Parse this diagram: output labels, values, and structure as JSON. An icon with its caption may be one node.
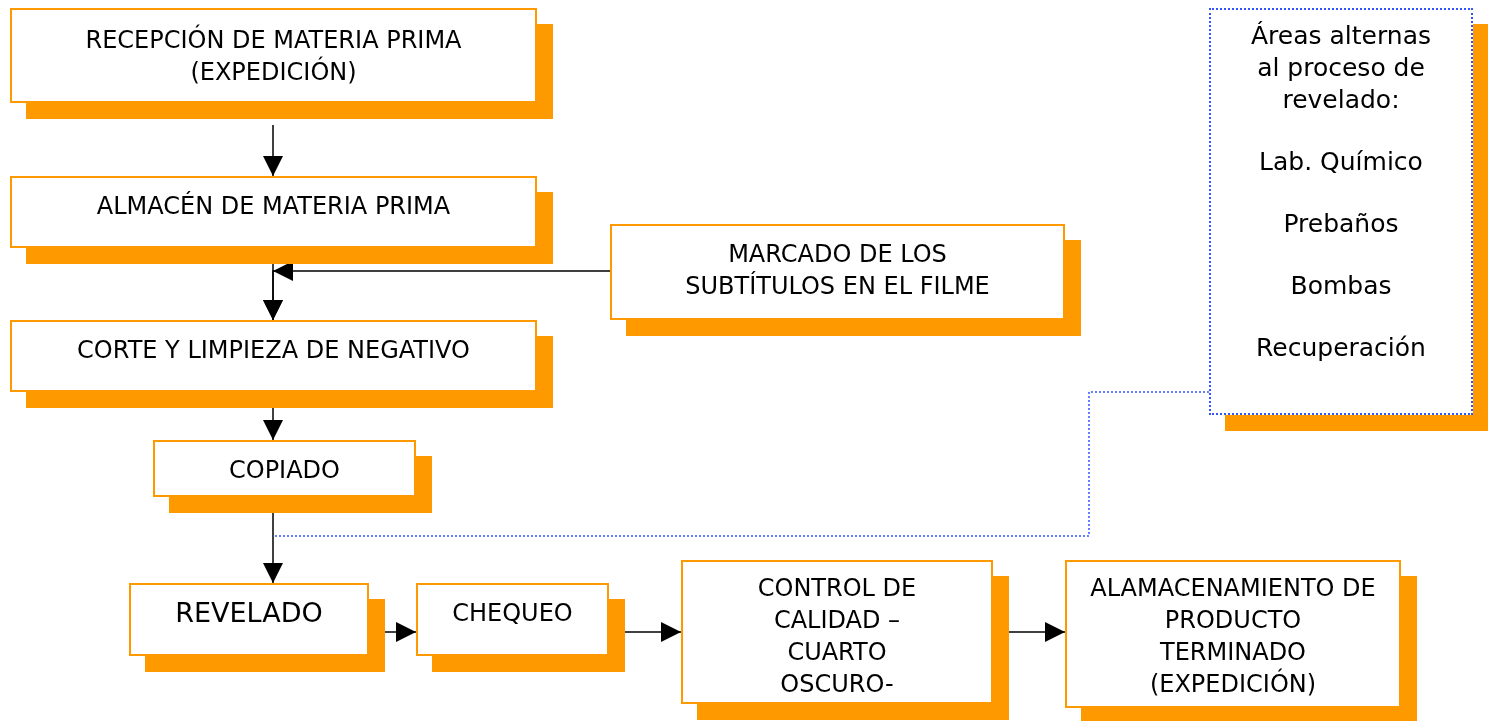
{
  "diagram": {
    "nodes": [
      {
        "text": [
          "RECEPCIÓN DE MATERIA PRIMA (EXPEDICIÓN)"
        ]
      },
      {
        "text": [
          "ALMACÉN DE MATERIA PRIMA"
        ]
      },
      {
        "text": [
          "MARCADO DE LOS SUBTÍTULOS EN EL FILME"
        ]
      },
      {
        "text": [
          "CORTE Y LIMPIEZA DE NEGATIVO"
        ]
      },
      {
        "text": [
          "COPIADO"
        ]
      },
      {
        "text": [
          "Áreas alternas al proceso de revelado:",
          "Lab. Químico",
          "Prebaños",
          "Bombas",
          "Recuperación"
        ]
      },
      {
        "text": [
          "REVELADO"
        ]
      },
      {
        "text": [
          "CHEQUEO"
        ]
      },
      {
        "text": [
          "CONTROL DE CALIDAD –CUARTO OSCURO-"
        ]
      },
      {
        "text": [
          "ALAMACENAMIENTO DE  PRODUCTO TERMINADO (EXPEDICIÓN)"
        ]
      }
    ],
    "edges": [
      {
        "from": 0,
        "to": 1,
        "arrow": "to"
      },
      {
        "from": 1,
        "to": 3,
        "arrow": "to"
      },
      {
        "from": 2,
        "to": 3,
        "arrow": "to"
      },
      {
        "from": 3,
        "to": 4,
        "arrow": "to"
      },
      {
        "from": 4,
        "to": 6,
        "arrow": "to"
      },
      {
        "from": 5,
        "to": null,
        "arrow": "none",
        "style": "dashed",
        "color": "#3355ff"
      },
      {
        "from": 6,
        "to": 7,
        "arrow": "to"
      },
      {
        "from": 7,
        "to": 8,
        "arrow": "to"
      },
      {
        "from": 8,
        "to": 9,
        "arrow": "to"
      }
    ]
  }
}
